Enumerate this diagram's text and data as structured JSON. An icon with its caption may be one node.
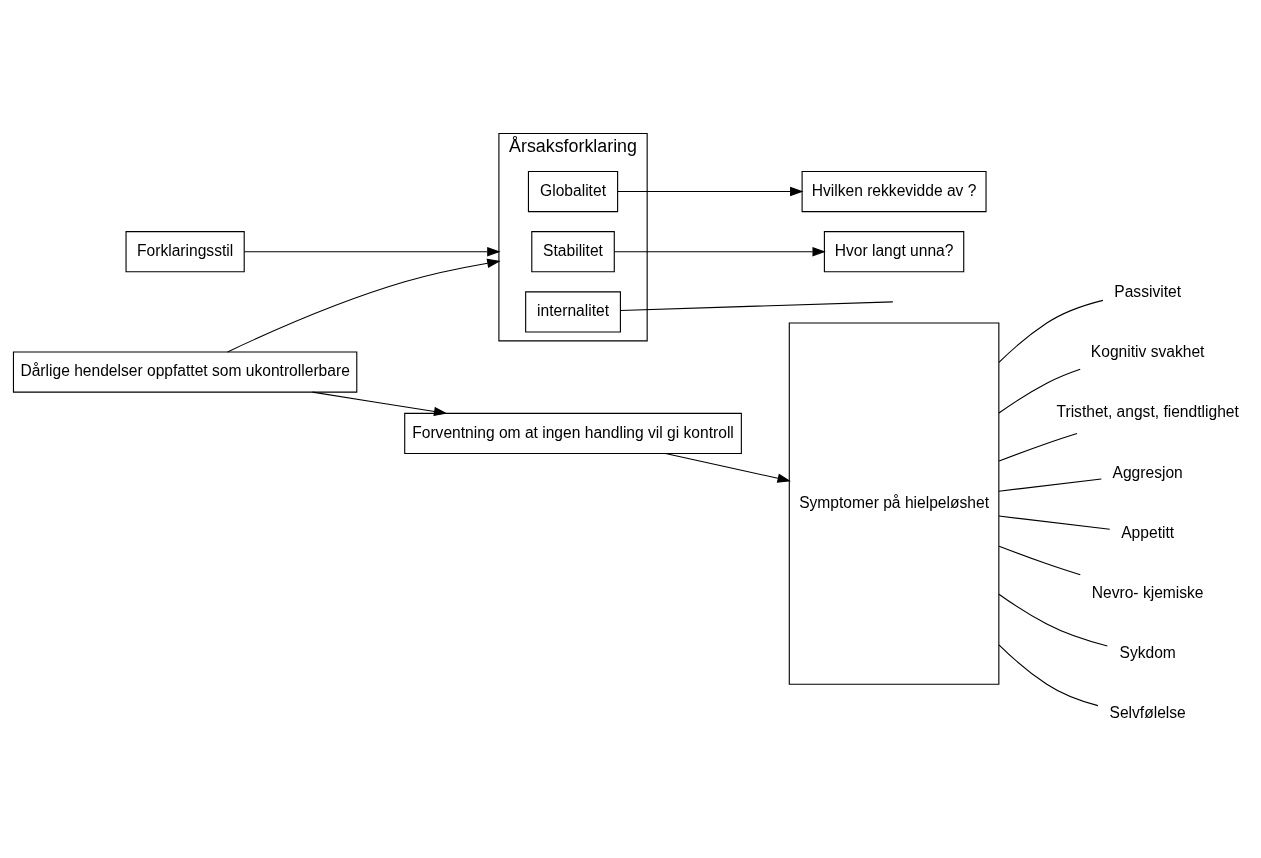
{
  "diagram": {
    "nodes": [
      {
        "text": [
          "Forklaringsstil"
        ]
      },
      {
        "text": [
          "Årsaksforklaring"
        ]
      },
      {
        "text": [
          "Globalitet"
        ],
        "in": 1
      },
      {
        "text": [
          "Stabilitet"
        ],
        "in": 1
      },
      {
        "text": [
          "internalitet"
        ],
        "in": 1
      },
      {
        "text": [
          "Dårlige hendelser oppfattet som ukontrollerbare"
        ]
      },
      {
        "text": [
          "Forventning om at ingen handling vil gi kontroll"
        ]
      },
      {
        "text": [
          "Hvilken rekkevidde av ?"
        ]
      },
      {
        "text": [
          "Hvor langt unna?"
        ]
      },
      {
        "text": [
          "Symptomer på hielpeløshet"
        ]
      },
      {
        "text": [
          "Passivitet"
        ]
      },
      {
        "text": [
          "Kognitiv svakhet"
        ]
      },
      {
        "text": [
          "Tristhet, angst, fiendtlighet"
        ]
      },
      {
        "text": [
          "Aggresjon"
        ]
      },
      {
        "text": [
          "Appetitt"
        ]
      },
      {
        "text": [
          "Nevro- kjemiske"
        ]
      },
      {
        "text": [
          "Sykdom"
        ]
      },
      {
        "text": [
          "Selvfølelse"
        ]
      }
    ],
    "edges": [
      {
        "from": 0,
        "to": 1,
        "arrow": "to"
      },
      {
        "from": 5,
        "to": 1,
        "arrow": "to"
      },
      {
        "from": 5,
        "to": 6,
        "arrow": "to"
      },
      {
        "from": 2,
        "to": 7,
        "arrow": "to"
      },
      {
        "from": 3,
        "to": 8,
        "arrow": "to"
      },
      {
        "from": 6,
        "to": 9,
        "arrow": "to"
      },
      {
        "from": 4,
        "to": null,
        "arrow": "none"
      },
      {
        "from": 9,
        "to": 10,
        "arrow": "none"
      },
      {
        "from": 9,
        "to": 11,
        "arrow": "none"
      },
      {
        "from": 9,
        "to": 12,
        "arrow": "none"
      },
      {
        "from": 9,
        "to": 13,
        "arrow": "none"
      },
      {
        "from": 9,
        "to": 14,
        "arrow": "none"
      },
      {
        "from": 9,
        "to": 15,
        "arrow": "none"
      },
      {
        "from": 9,
        "to": 16,
        "arrow": "none"
      },
      {
        "from": 9,
        "to": 17,
        "arrow": "none"
      }
    ]
  }
}
